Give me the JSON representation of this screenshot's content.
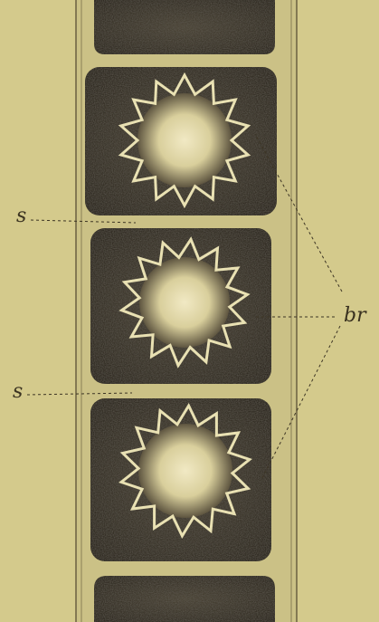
{
  "labels": {
    "septum_upper": "s",
    "septum_lower": "s",
    "star_body": "br"
  },
  "colors": {
    "paper": "#d4ca8c",
    "wall": "#c9be84",
    "cell_dark": "#3a3328",
    "star_outline": "#e8e0b0",
    "pyrenoid_light": "#efe6bf",
    "ink": "#3a3220"
  }
}
